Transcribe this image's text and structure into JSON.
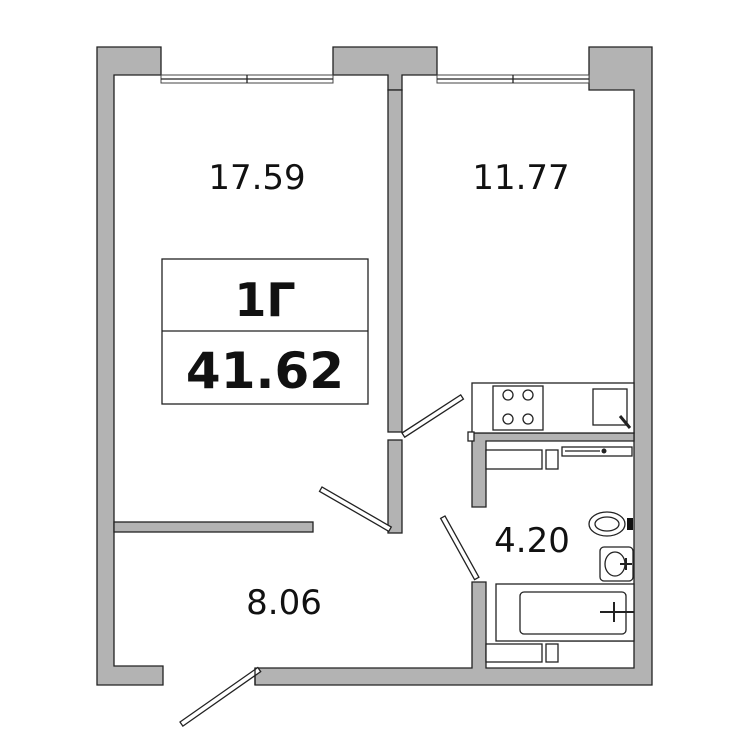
{
  "apartment": {
    "type_label": "1Г",
    "total_area": "41.62"
  },
  "rooms": [
    {
      "id": "room-large",
      "area": "17.59"
    },
    {
      "id": "room-kitchen",
      "area": "11.77"
    },
    {
      "id": "room-hall",
      "area": "8.06"
    },
    {
      "id": "room-bathroom",
      "area": "4.20"
    }
  ],
  "colors": {
    "wall_fill": "#b3b3b3",
    "line": "#222222",
    "background": "#ffffff"
  }
}
